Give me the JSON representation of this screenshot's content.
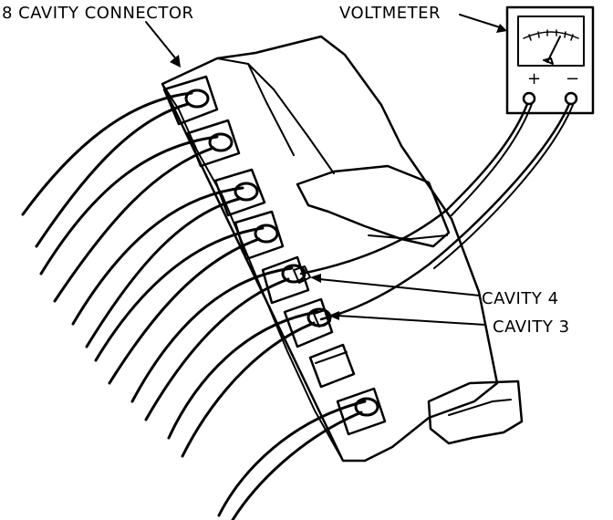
{
  "labels": {
    "connector": "8 CAVITY CONNECTOR",
    "voltmeter": "VOLTMETER",
    "cavity4": "CAVITY 4",
    "cavity3": "CAVITY 3",
    "plus": "+",
    "minus": "−"
  }
}
